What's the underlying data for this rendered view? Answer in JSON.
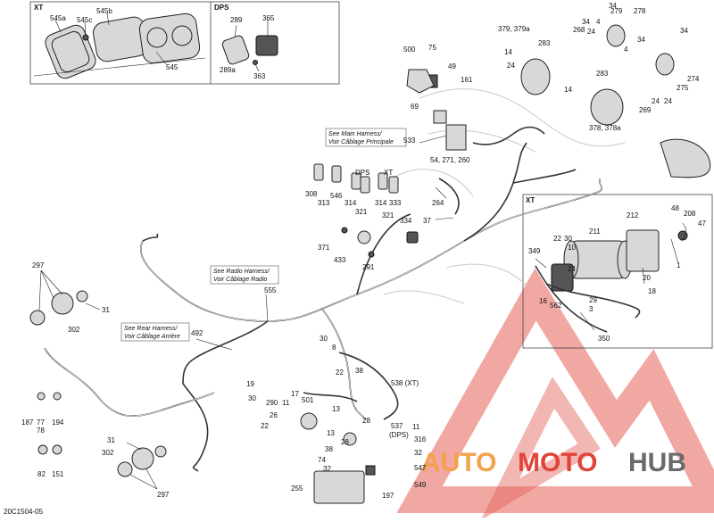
{
  "boxes": {
    "xt_top": "XT",
    "dps_top": "DPS",
    "xt_winch": "XT"
  },
  "notes": {
    "main_harness": [
      "See Main Harness/",
      "Voir Câblage Principale"
    ],
    "radio_harness": [
      "See Radio Harness/",
      "Voir Câblage Radio"
    ],
    "rear_harness": [
      "See Rear Harness/",
      "Voir Câblage Arrière"
    ]
  },
  "group_labels": {
    "dps": "DPS",
    "xt": "XT"
  },
  "callouts": [
    "545a",
    "545c",
    "545b",
    "545",
    "289",
    "365",
    "289a",
    "363",
    "500",
    "75",
    "49",
    "161",
    "69",
    "533",
    "379, 379a",
    "283",
    "268",
    "24",
    "4",
    "34",
    "34",
    "279",
    "278",
    "34",
    "34",
    "14",
    "4",
    "274",
    "275",
    "269",
    "24",
    "24",
    "24",
    "14",
    "283",
    "378, 378a",
    "308",
    "313",
    "546",
    "314",
    "321",
    "314",
    "333",
    "321",
    "54, 271, 260",
    "264",
    "37",
    "334",
    "371",
    "433",
    "291",
    "212",
    "48",
    "208",
    "47",
    "22",
    "30",
    "10",
    "211",
    "349",
    "24",
    "1",
    "20",
    "18",
    "16",
    "562",
    "29",
    "3",
    "350",
    "297",
    "31",
    "302",
    "492",
    "555",
    "30",
    "8",
    "22",
    "38",
    "19",
    "30",
    "17",
    "538 (XT)",
    "501",
    "290",
    "11",
    "13",
    "537",
    "(DPS)",
    "26",
    "28",
    "13",
    "11",
    "22",
    "74",
    "38",
    "316",
    "32",
    "28",
    "32",
    "547",
    "549",
    "197",
    "255",
    "187",
    "77",
    "78",
    "194",
    "82",
    "151",
    "31",
    "302",
    "297"
  ],
  "figure_code": "20C1504-05",
  "watermark": {
    "text_a": "AUTO",
    "text_b": "MOTO",
    "text_c": "HUB"
  },
  "colors": {
    "watermark_red": "#e0453a",
    "watermark_gray": "#6a6a6a",
    "watermark_orange": "#f3a14a"
  },
  "icons": [
    "dashboard-display-icon",
    "harness-icon",
    "winch-icon",
    "light-icon",
    "relay-icon",
    "battery-icon"
  ]
}
